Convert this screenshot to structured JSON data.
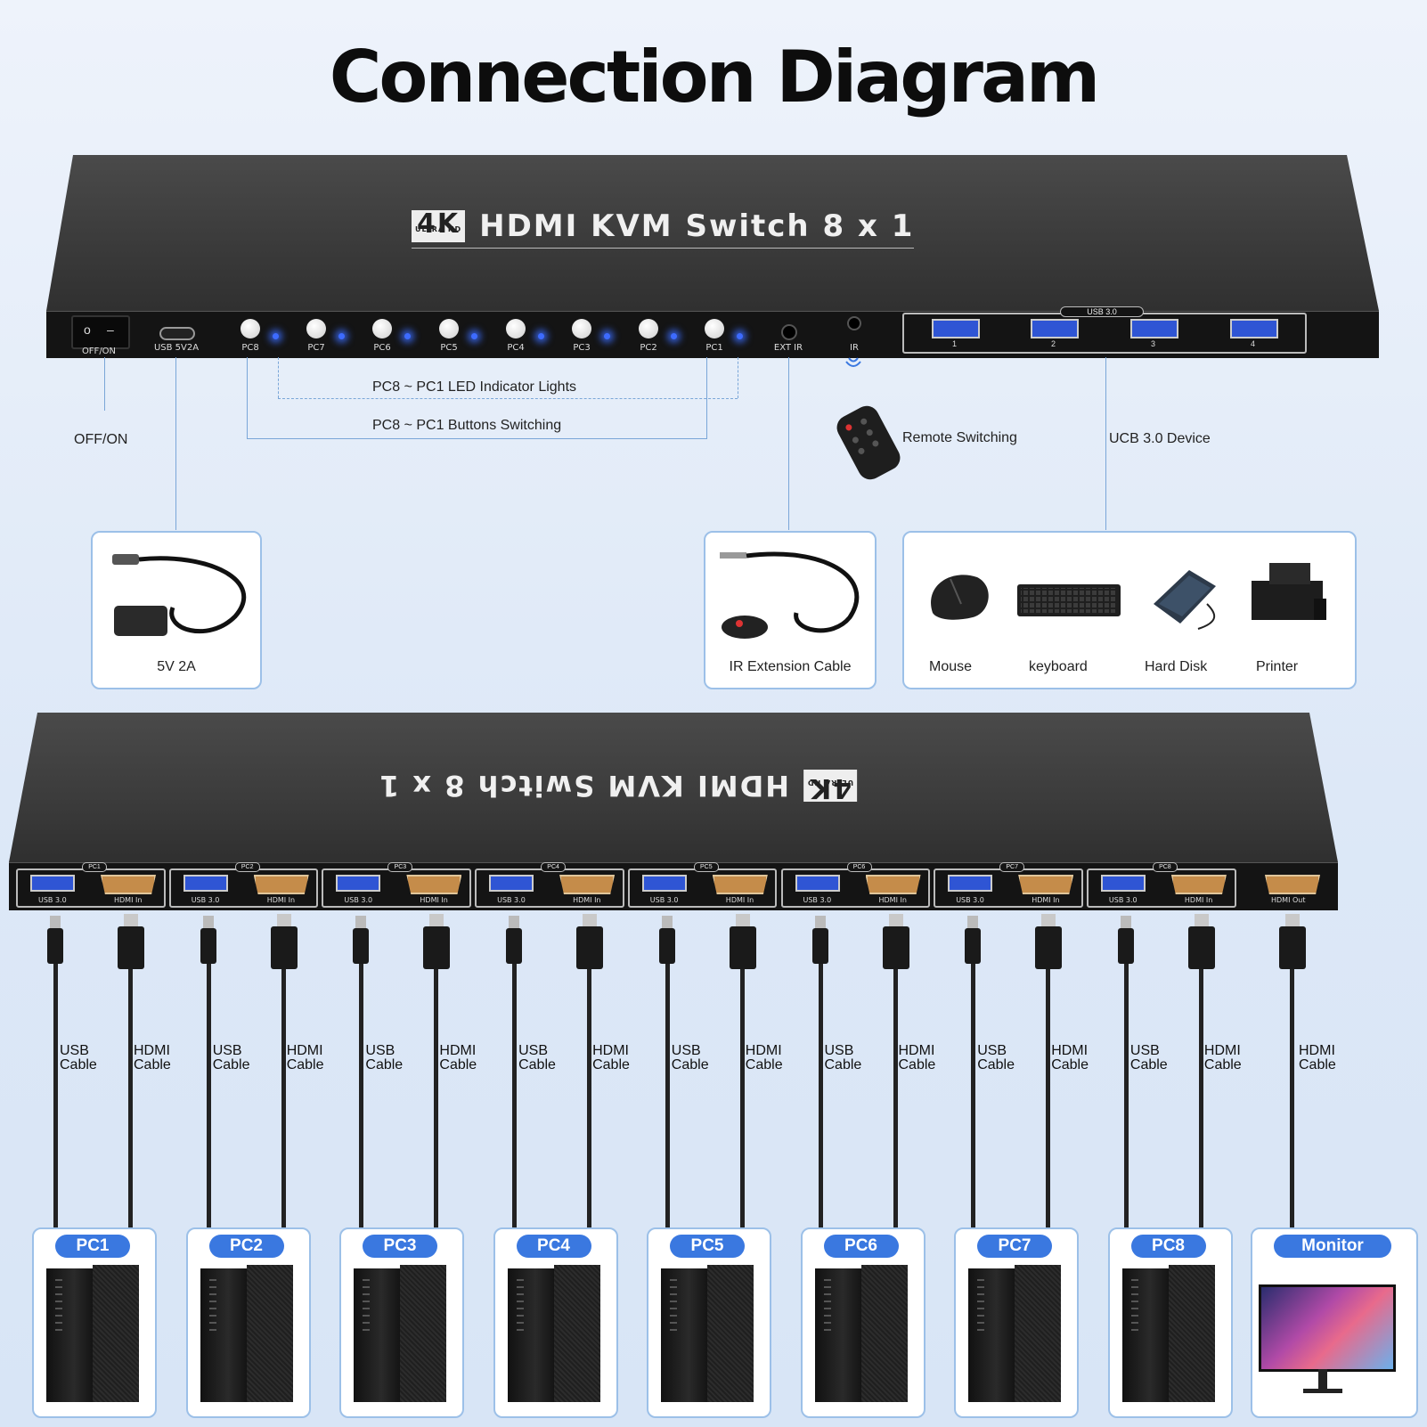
{
  "title": "Connection Diagram",
  "device": {
    "badge": "4K",
    "badge_sub": "ULTRA HD",
    "name": "HDMI KVM Switch 8 x 1",
    "front_ports": {
      "power": "OFF/ON",
      "usb_power": "USB 5V2A",
      "pc_buttons": [
        "PC8",
        "PC7",
        "PC6",
        "PC5",
        "PC4",
        "PC3",
        "PC2",
        "PC1"
      ],
      "ext_ir": "EXT IR",
      "ir": "IR",
      "usb_group_label": "USB 3.0",
      "usb_ports": [
        "1",
        "2",
        "3",
        "4"
      ]
    },
    "back_ports": {
      "groups": [
        "PC1",
        "PC2",
        "PC3",
        "PC4",
        "PC5",
        "PC6",
        "PC7",
        "PC8"
      ],
      "usb_label": "USB 3.0",
      "hdmi_in_label": "HDMI In",
      "hdmi_out_label": "HDMI Out"
    }
  },
  "annotations": {
    "led_lights": "PC8 ~ PC1 LED Indicator Lights",
    "buttons_switching": "PC8 ~ PC1 Buttons Switching",
    "off_on": "OFF/ON",
    "remote_switching": "Remote Switching",
    "usb_device": "UCB 3.0 Device"
  },
  "accessories": {
    "power": "5V 2A",
    "ir_cable": "IR Extension Cable",
    "usb_devices": [
      "Mouse",
      "keyboard",
      "Hard Disk",
      "Printer"
    ]
  },
  "cables": {
    "usb": [
      "USB",
      "Cable"
    ],
    "hdmi": [
      "HDMI",
      "Cable"
    ]
  },
  "targets": [
    "PC1",
    "PC2",
    "PC3",
    "PC4",
    "PC5",
    "PC6",
    "PC7",
    "PC8",
    "Monitor"
  ],
  "colors": {
    "accent": "#3a78e0",
    "line": "#7aa6d8",
    "led": "#3d6bff",
    "usb_blue": "#2f55d4",
    "hdmi_gold": "#c58c4a"
  }
}
